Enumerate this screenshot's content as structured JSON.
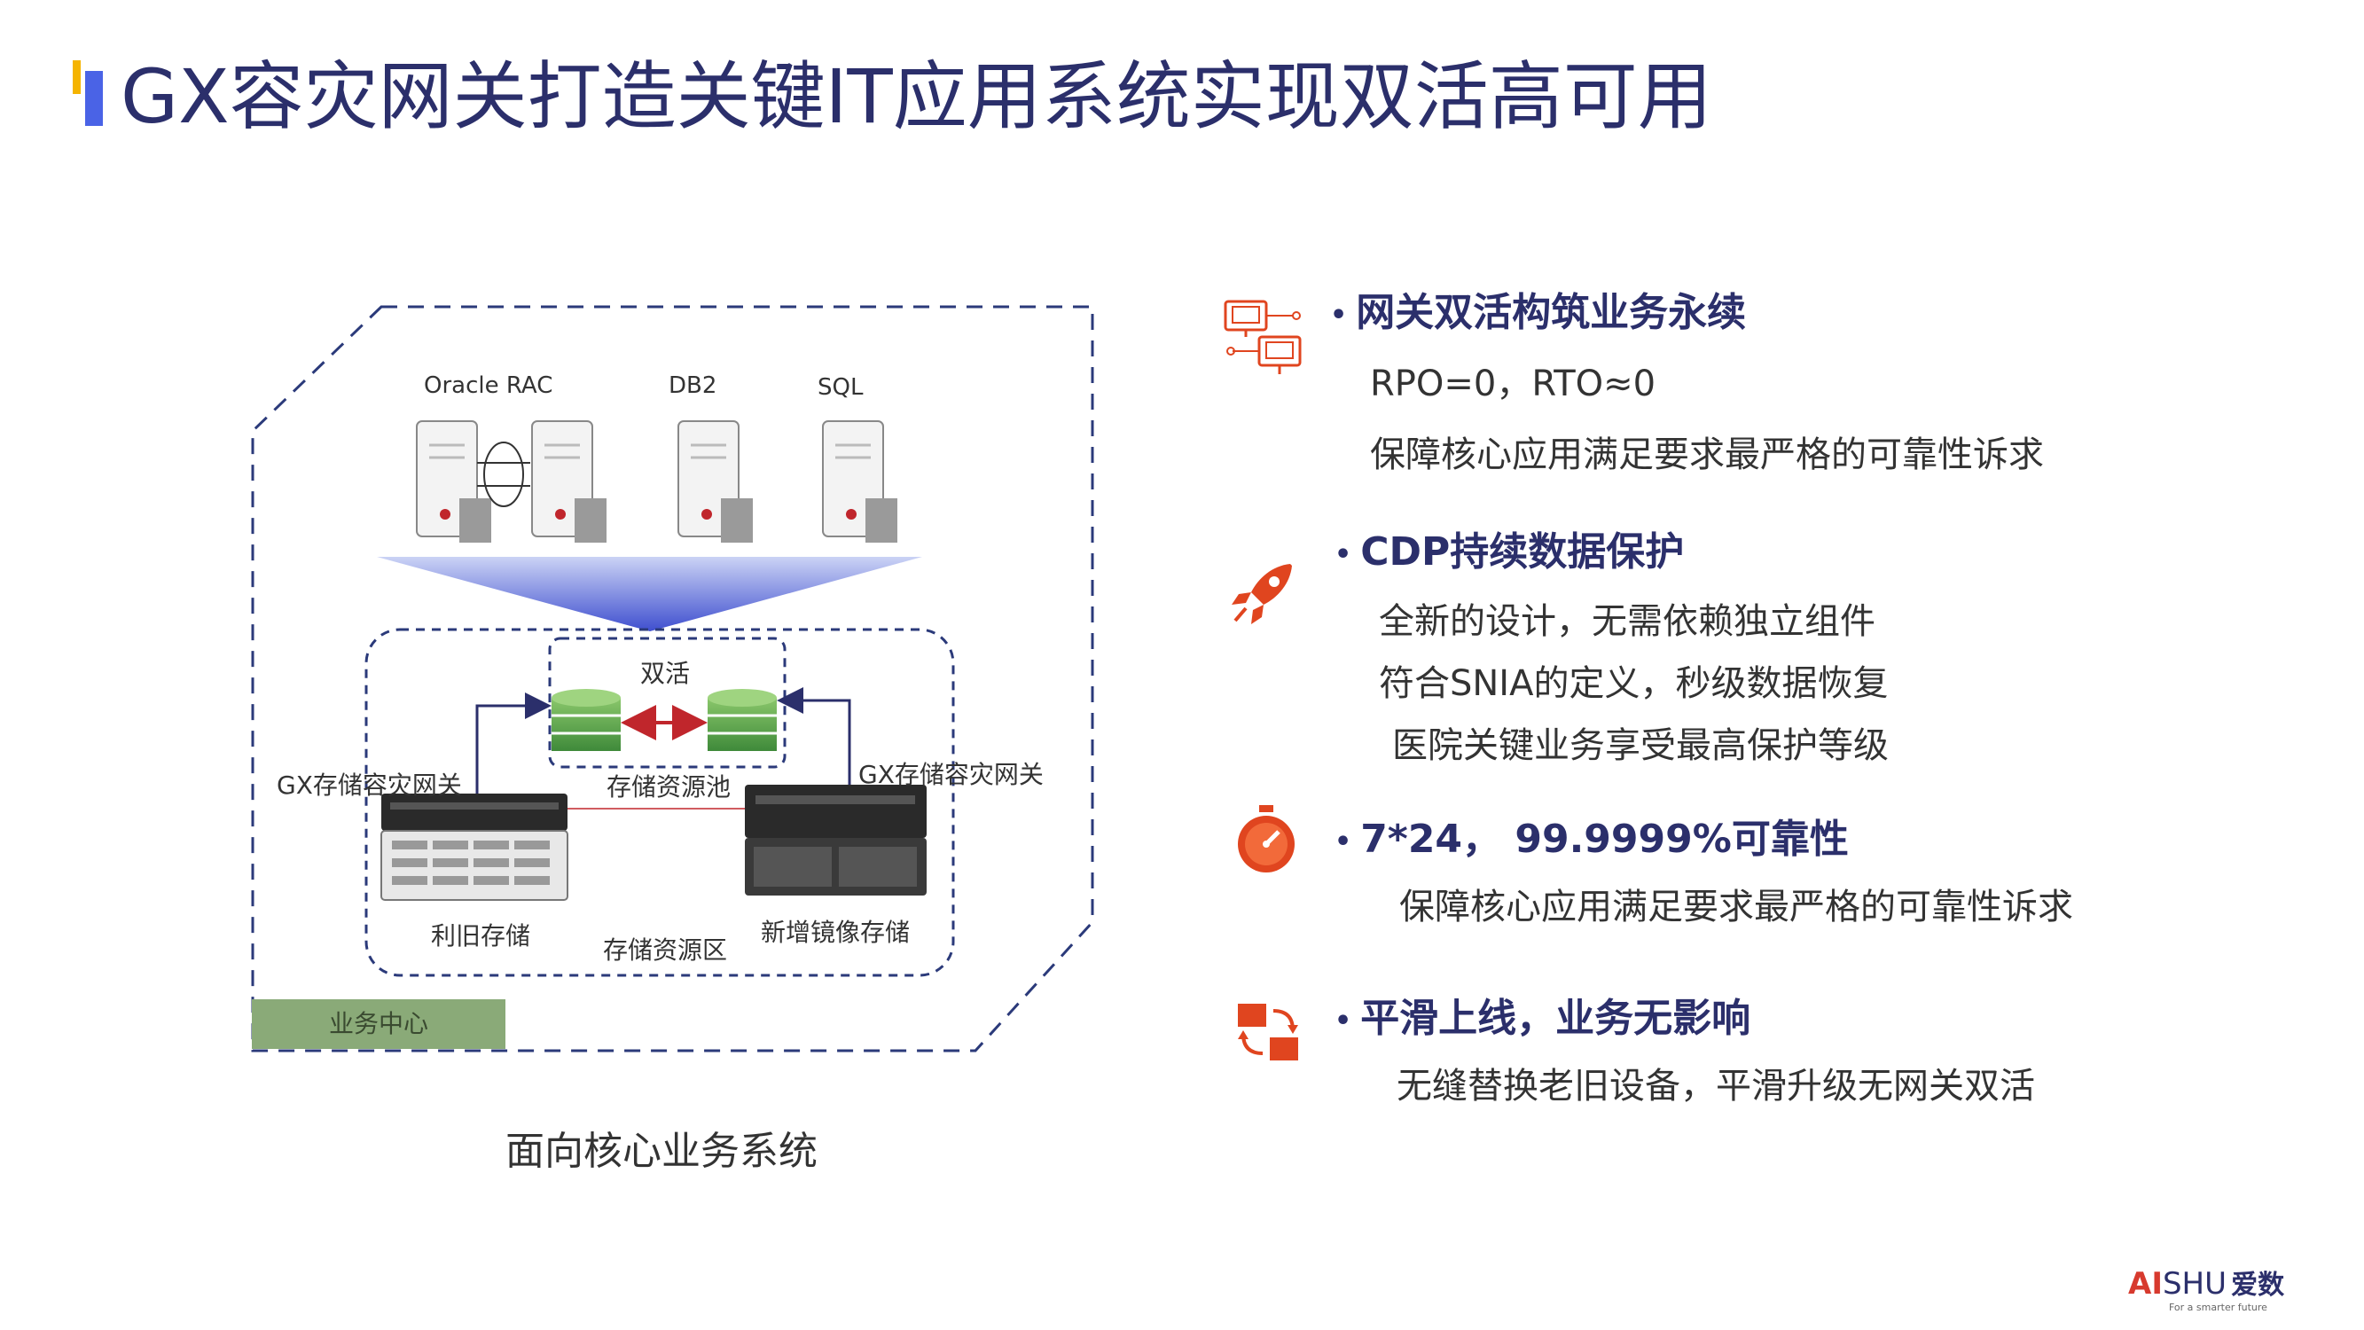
{
  "title": "GX容灾网关打造关键IT应用系统实现双活高可用",
  "diagram": {
    "db_labels": [
      "Oracle RAC",
      "DB2",
      "SQL"
    ],
    "active_active_label": "双活",
    "gateway_left_label": "GX存储容灾网关",
    "gateway_right_label": "GX存储容灾网关",
    "pool_label": "存储资源池",
    "old_storage_label": "利旧存储",
    "zone_label": "存储资源区",
    "new_storage_label": "新增镜像存储",
    "business_center_label": "业务中心",
    "caption": "面向核心业务系统"
  },
  "features": [
    {
      "icon": "network-icon",
      "heading": "网关双活构筑业务永续",
      "lines": [
        "RPO=0，RTO≈0",
        "保障核心应用满足要求最严格的可靠性诉求"
      ]
    },
    {
      "icon": "rocket-icon",
      "heading": "CDP持续数据保护",
      "lines": [
        "全新的设计，无需依赖独立组件",
        "符合SNIA的定义，秒级数据恢复",
        "医院关键业务享受最高保护等级"
      ]
    },
    {
      "icon": "stopwatch-icon",
      "heading": "7*24， 99.9999%可靠性",
      "lines": [
        "保障核心应用满足要求最严格的可靠性诉求"
      ]
    },
    {
      "icon": "migration-icon",
      "heading": "平滑上线，业务无影响",
      "lines": [
        "无缝替换老旧设备，平滑升级无网关双活"
      ]
    }
  ],
  "logo": {
    "ai": "AI",
    "shu": "SHU",
    "cn": "爱数",
    "tagline": "For a smarter future"
  },
  "colors": {
    "title": "#2b2f6b",
    "accent_blue": "#4a63e6",
    "accent_yellow": "#f5b400",
    "icon_red": "#e0451f",
    "business_green": "#8aaa78"
  }
}
